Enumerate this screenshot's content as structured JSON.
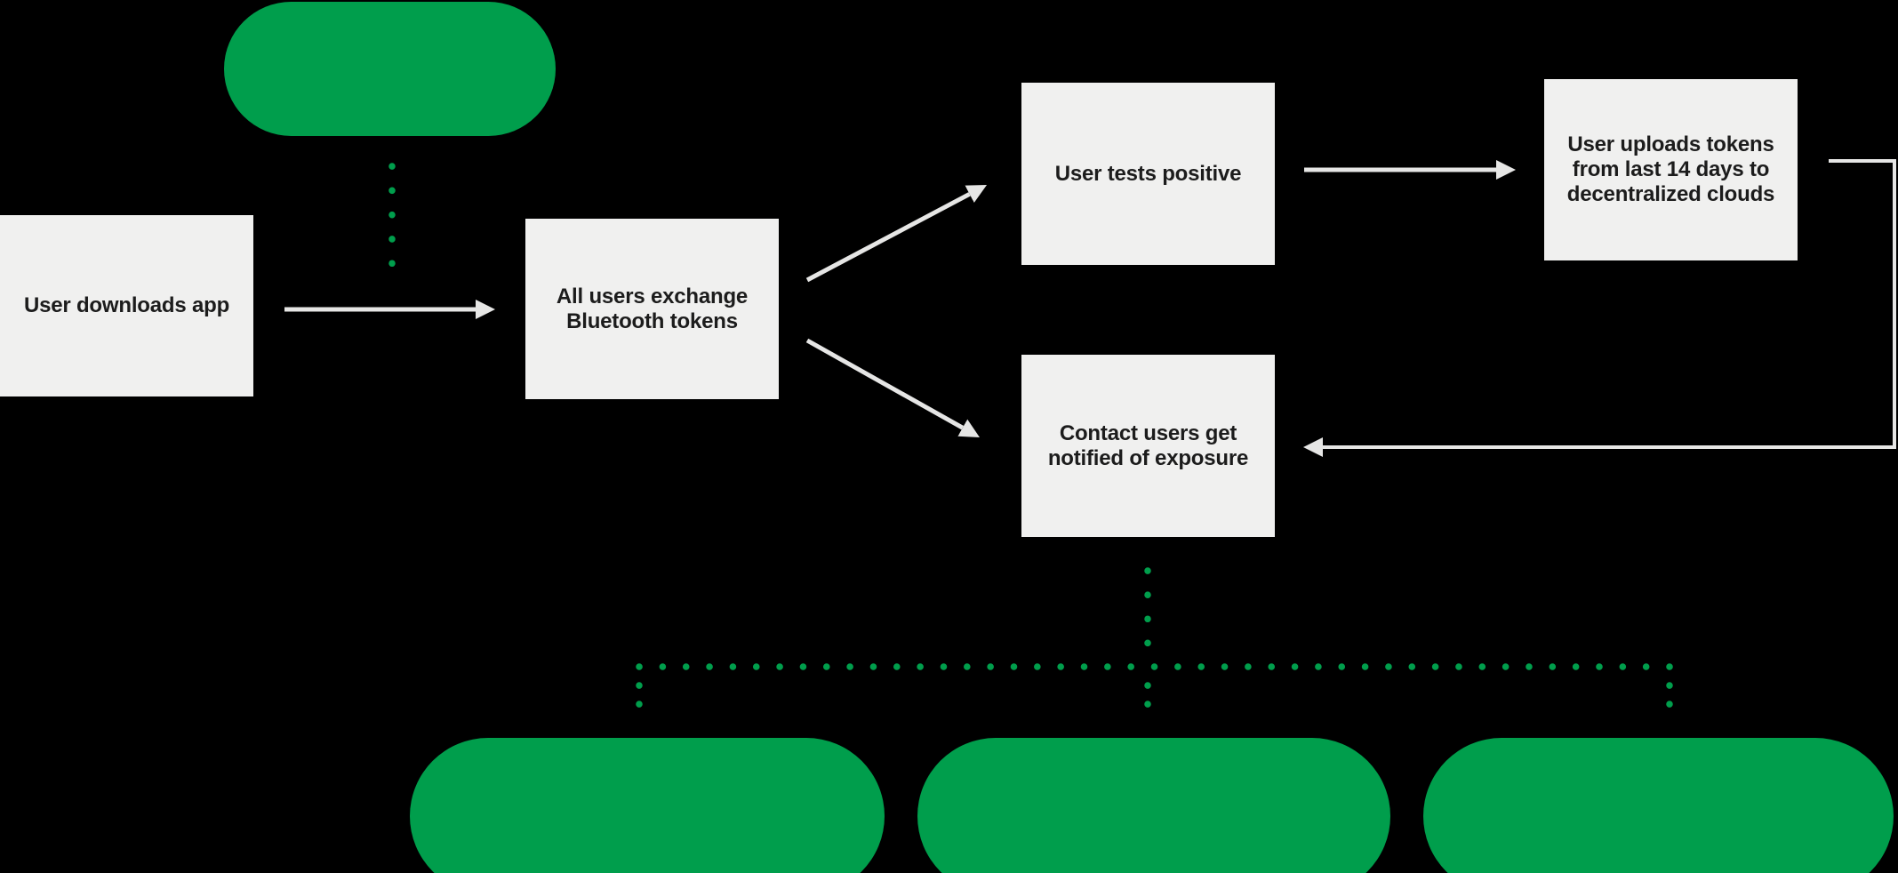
{
  "diagram_type": "flowchart",
  "colors": {
    "background": "#000000",
    "node_green": "#009E4C",
    "box_bg": "#F0F0EF",
    "box_text": "#1C1C1C",
    "arrow": "#E6E6E5",
    "dotted": "#009E4C"
  },
  "nodes": {
    "top_pill": {
      "label": ""
    },
    "user_downloads": {
      "label": "User downloads app"
    },
    "exchange_tokens": {
      "label": "All users exchange Bluetooth tokens"
    },
    "tests_positive": {
      "label": "User tests positive"
    },
    "uploads_tokens": {
      "label": "User uploads tokens from last 14 days to decentralized clouds"
    },
    "contact_notified": {
      "label": "Contact users get notified of exposure"
    },
    "bottom_pill_left": {
      "label": ""
    },
    "bottom_pill_center": {
      "label": ""
    },
    "bottom_pill_right": {
      "label": ""
    }
  }
}
